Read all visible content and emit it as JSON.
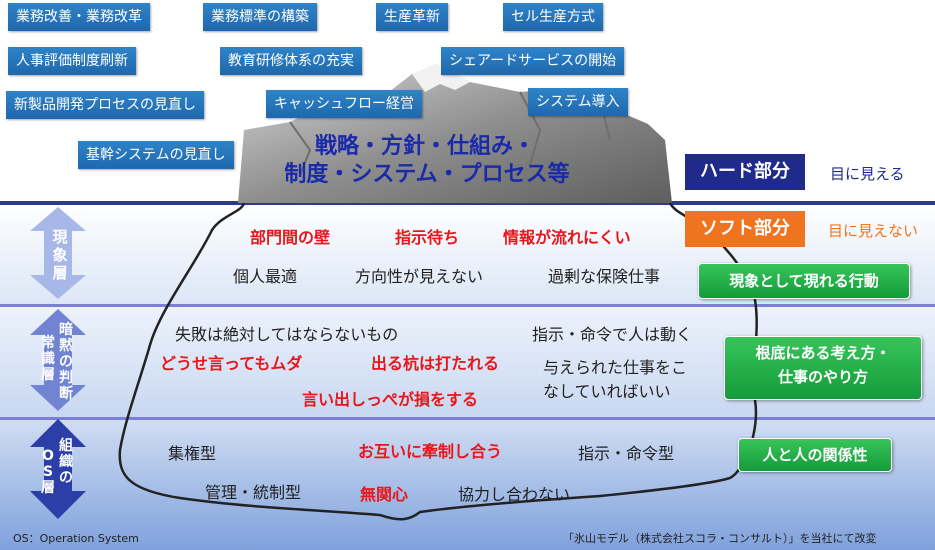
{
  "top_tags": [
    "業務改善・業務改革",
    "業務標準の構築",
    "生産革新",
    "セル生産方式",
    "人事評価制度刷新",
    "教育研修体系の充実",
    "シェアードサービスの開始",
    "新製品開発プロセスの見直し",
    "キャッシュフロー経営",
    "システム導入",
    "基幹システムの見直し"
  ],
  "main_title": {
    "line1": "戦略・方針・仕組み・",
    "line2": "制度・システム・プロセス等"
  },
  "hard": {
    "label": "ハード部分",
    "note": "目に見える"
  },
  "soft": {
    "label": "ソフト部分",
    "note": "目に見えない"
  },
  "layers": [
    {
      "name": "現象層",
      "chars": [
        "現",
        "象",
        "層"
      ],
      "red": [
        "部門間の壁",
        "指示待ち",
        "情報が流れにくい"
      ],
      "black": [
        "個人最適",
        "方向性が見えない",
        "過剰な保険仕事"
      ],
      "tag": "現象として現れる行動"
    },
    {
      "name": "暗黙の判断常識層",
      "col1": [
        "暗",
        "黙",
        "の",
        "判",
        "断"
      ],
      "col2": [
        "常",
        "識",
        "層"
      ],
      "black": [
        "失敗は絶対してはならないもの",
        "指示・命令で人は動く",
        "与えられた仕事をこ",
        "なしていればいい"
      ],
      "red": [
        "どうせ言ってもムダ",
        "出る杭は打たれる",
        "言い出しっぺが損をする"
      ],
      "tag_line1": "根底にある考え方・",
      "tag_line2": "仕事のやり方"
    },
    {
      "name": "組織のOS層",
      "col1": [
        "組",
        "織",
        "の"
      ],
      "col2": [
        "O",
        "S",
        "層"
      ],
      "black": [
        "集権型",
        "指示・命令型",
        "管理・統制型",
        "協力し合わない"
      ],
      "red": [
        "お互いに牽制し合う",
        "無関心"
      ],
      "tag": "人と人の関係性"
    }
  ],
  "footer": {
    "left": "OS：Operation System",
    "right": "「氷山モデル（株式会社スコラ・コンサルト）」を当社にて改変"
  },
  "colors": {
    "tag_blue": "#1f68ad",
    "hard": "#1f2a8a",
    "soft": "#f0731f",
    "green": "#159b3a",
    "red_text": "#e8161a",
    "title_blue": "#1a2aa8"
  }
}
